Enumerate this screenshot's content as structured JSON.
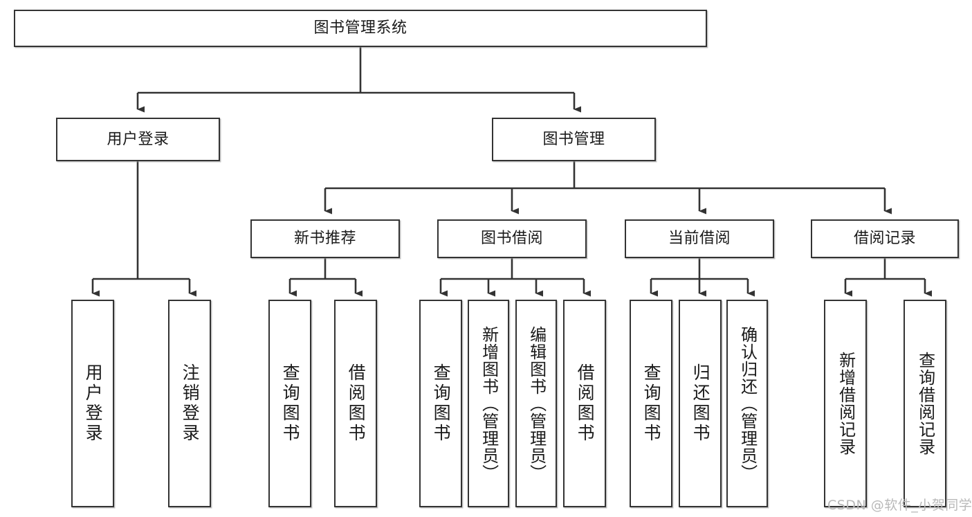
{
  "diagram": {
    "title": "图书管理系统",
    "type": "tree-hierarchy",
    "orientation": "top-down",
    "colors": {
      "box_border": "#333333",
      "box_fill": "#ffffff",
      "edge": "#333333",
      "text": "#1a1a1a",
      "watermark": "#b9b9b9",
      "background": "#ffffff"
    }
  },
  "root": {
    "label": "图书管理系统"
  },
  "level2": [
    {
      "label": "用户登录"
    },
    {
      "label": "图书管理"
    }
  ],
  "level3": [
    {
      "label": "新书推荐"
    },
    {
      "label": "图书借阅"
    },
    {
      "label": "当前借阅"
    },
    {
      "label": "借阅记录"
    }
  ],
  "leaves": {
    "user_login": [
      {
        "label": "用户登录"
      },
      {
        "label": "注销登录"
      }
    ],
    "new_book_recommend": [
      {
        "label": "查询图书"
      },
      {
        "label": "借阅图书"
      }
    ],
    "book_borrow": [
      {
        "label": "查询图书"
      },
      {
        "label": "新增图书（管理员）"
      },
      {
        "label": "编辑图书（管理员）"
      },
      {
        "label": "借阅图书"
      }
    ],
    "current_borrow": [
      {
        "label": "查询图书"
      },
      {
        "label": "归还图书"
      },
      {
        "label": "确认归还（管理员）"
      }
    ],
    "borrow_record": [
      {
        "label": "新增借阅记录"
      },
      {
        "label": "查询借阅记录"
      }
    ]
  },
  "watermark": {
    "text": "CSDN @软件_小贺同学"
  }
}
